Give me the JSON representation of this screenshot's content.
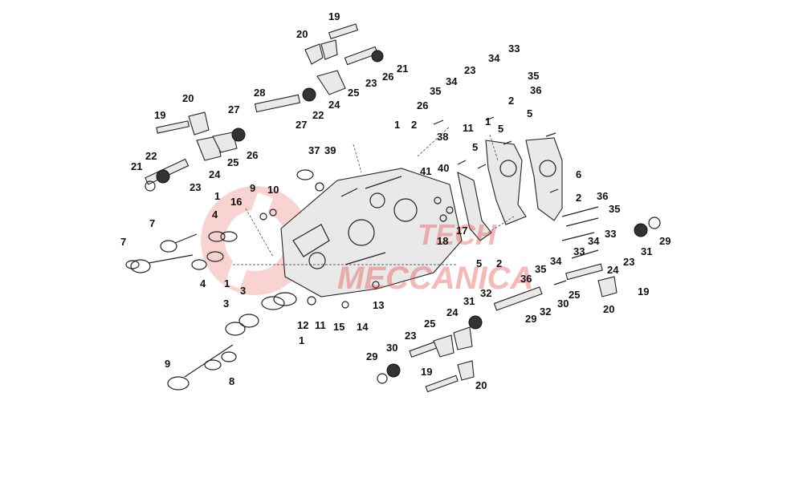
{
  "diagram": {
    "background": "#ffffff",
    "watermark": {
      "text_top": "TECH",
      "text_bottom": "MECCANICA",
      "color": "#e53935"
    },
    "labels": [
      "19",
      "20",
      "33",
      "34",
      "35",
      "21",
      "23",
      "26",
      "34",
      "23",
      "20",
      "28",
      "35",
      "25",
      "36",
      "2",
      "19",
      "27",
      "22",
      "26",
      "24",
      "5",
      "1",
      "2",
      "1",
      "11",
      "5",
      "27",
      "38",
      "22",
      "21",
      "37",
      "39",
      "26",
      "25",
      "41",
      "40",
      "5",
      "24",
      "23",
      "6",
      "9",
      "10",
      "1",
      "16",
      "2",
      "36",
      "4",
      "35",
      "33",
      "18",
      "17",
      "7",
      "29",
      "7",
      "34",
      "31",
      "33",
      "5",
      "2",
      "35",
      "24",
      "23",
      "36",
      "3",
      "1",
      "4",
      "34",
      "30",
      "3",
      "25",
      "20",
      "32",
      "31",
      "19",
      "12",
      "11",
      "15",
      "14",
      "13",
      "24",
      "29",
      "1",
      "25",
      "23",
      "32",
      "30",
      "29",
      "19",
      "9",
      "20",
      "8"
    ]
  }
}
